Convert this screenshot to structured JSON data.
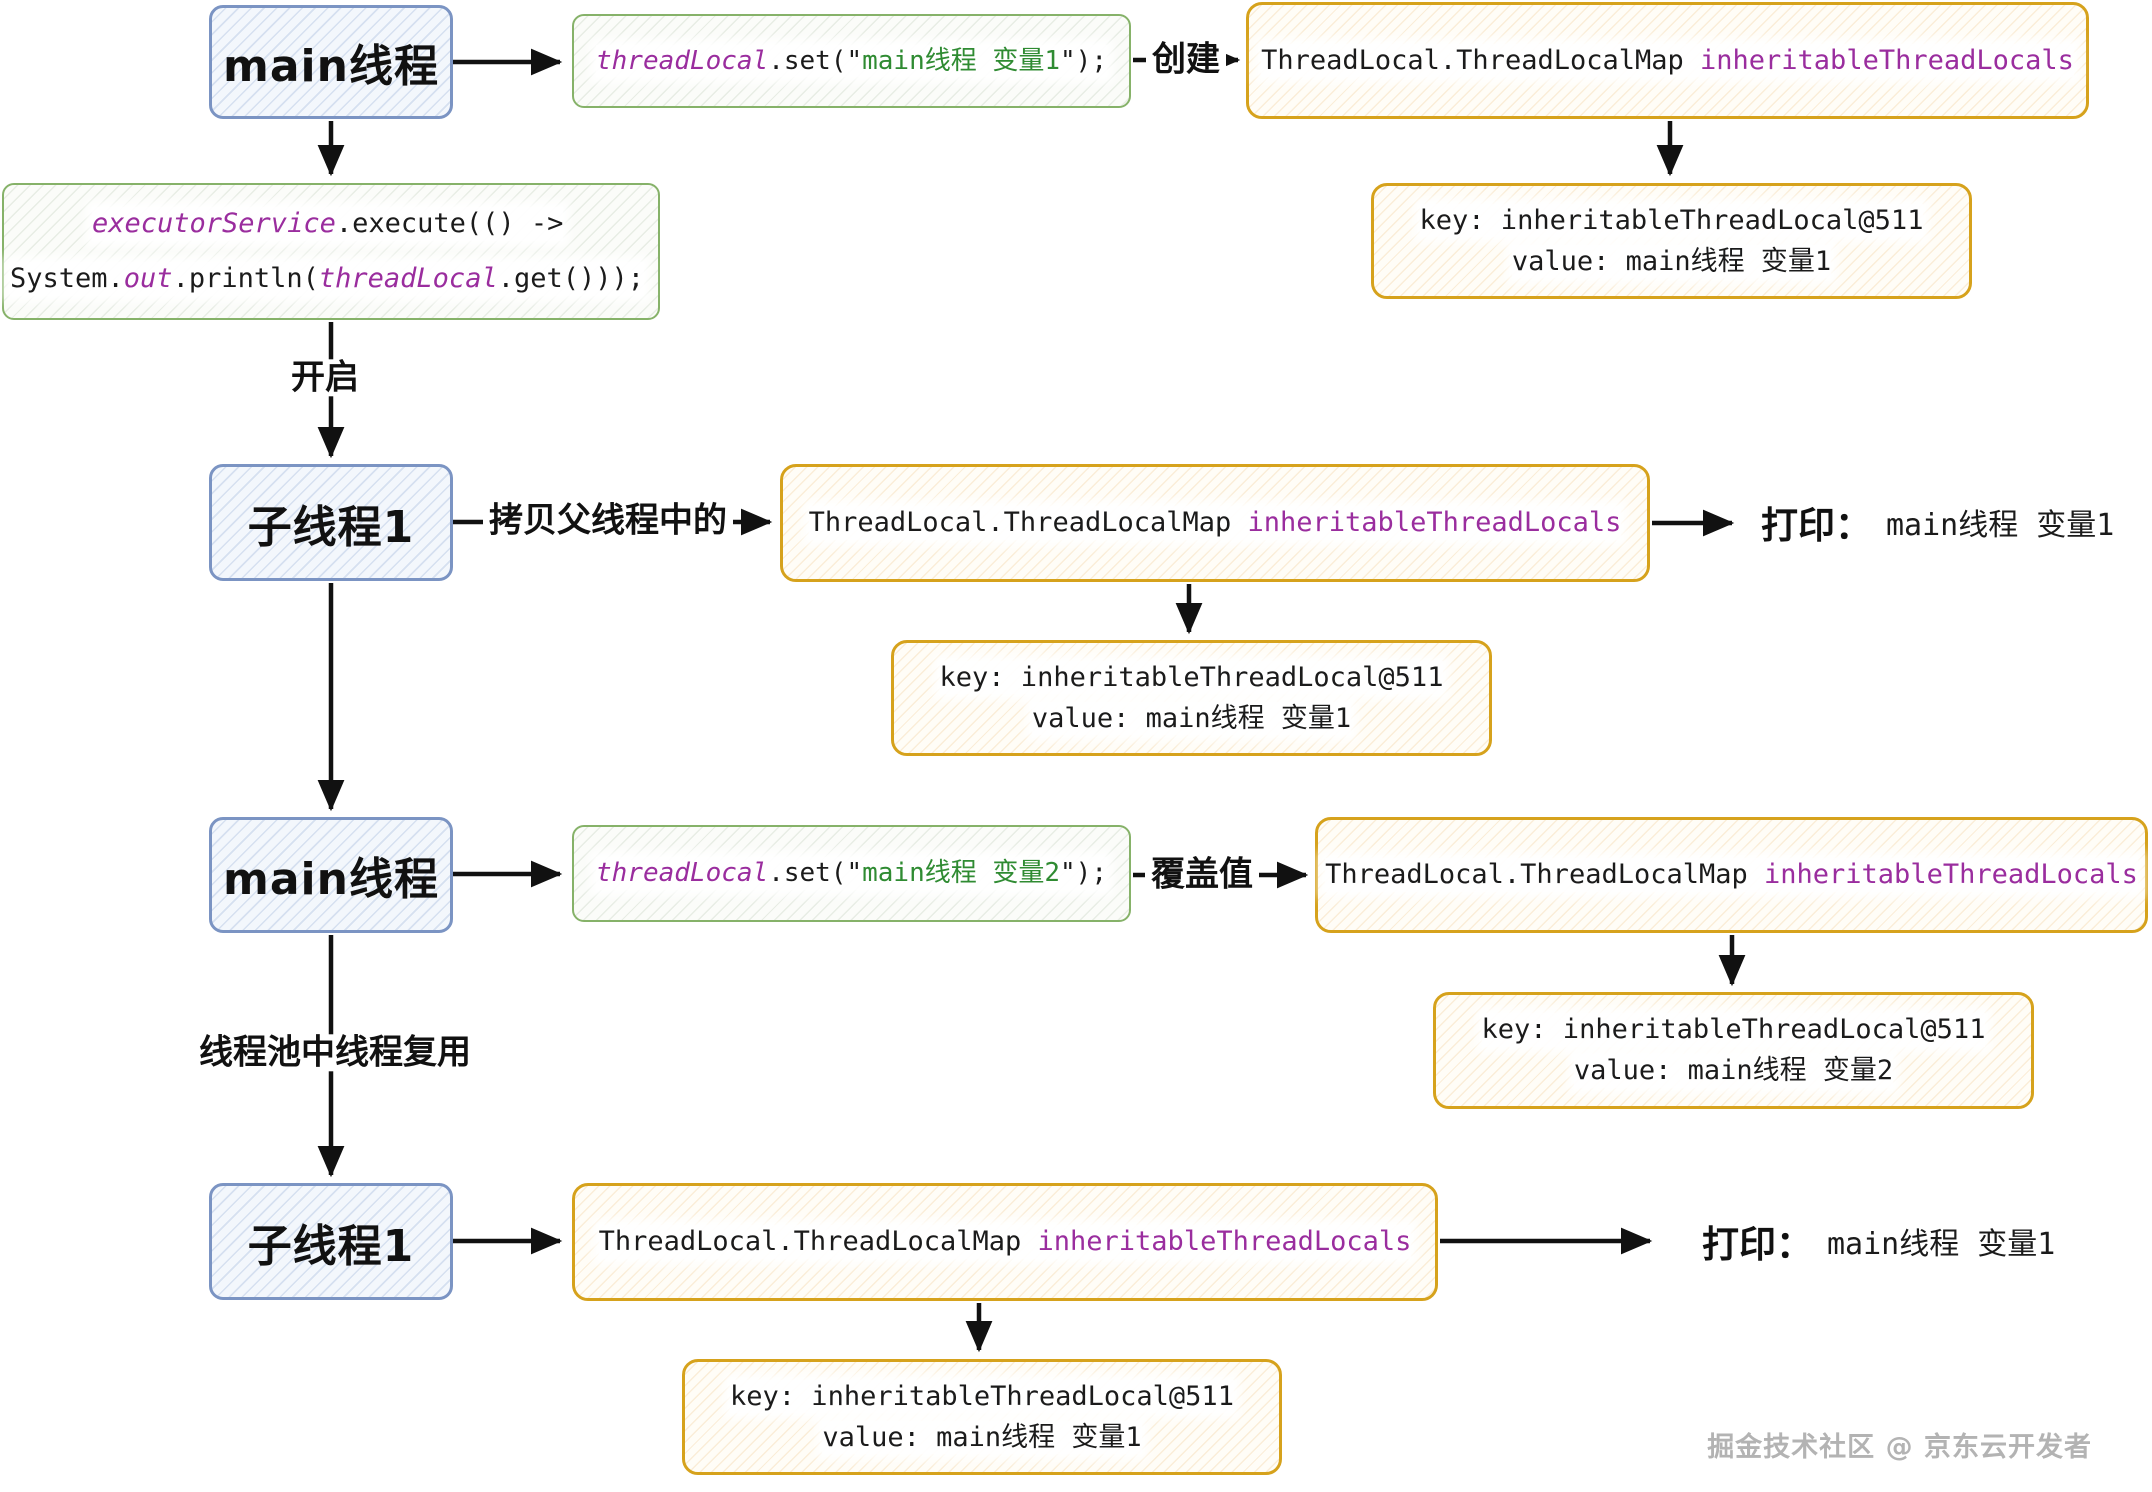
{
  "diagram": {
    "nodes": {
      "main1": "main线程",
      "child1": "子线程1",
      "main2": "main线程",
      "child2": "子线程1"
    },
    "code_set1": {
      "var": "threadLocal",
      "mid": ".set(\"",
      "str": "main线程 变量1",
      "end": "\");"
    },
    "code_set2": {
      "var": "threadLocal",
      "mid": ".set(\"",
      "str": "main线程 变量2",
      "end": "\");"
    },
    "code_exec": {
      "l1_var": "executorService",
      "l1_rest": ".execute(() ->",
      "l2_a": "System.",
      "l2_out": "out",
      "l2_b": ".println(",
      "l2_var": "threadLocal",
      "l2_c": ".get()));"
    },
    "map_box": {
      "black": "ThreadLocal.ThreadLocalMap",
      "purple": "inheritableThreadLocals"
    },
    "kv1": {
      "key": "key: inheritableThreadLocal@511",
      "value": "value: main线程 变量1"
    },
    "kv2": {
      "key": "key: inheritableThreadLocal@511",
      "value": "value: main线程 变量1"
    },
    "kv3": {
      "key": "key: inheritableThreadLocal@511",
      "value": "value: main线程 变量2"
    },
    "kv4": {
      "key": "key: inheritableThreadLocal@511",
      "value": "value: main线程 变量1"
    },
    "labels": {
      "create": "创建",
      "start": "开启",
      "copy_parent": "拷贝父线程中的",
      "override": "覆盖值",
      "reuse": "线程池中线程复用",
      "print": "打印：",
      "print_value_row2": "main线程 变量1",
      "print_value_row4": "main线程 变量1"
    },
    "watermark": "掘金技术社区 @ 京东云开发者",
    "colors": {
      "purple_code": "#9a2d9e",
      "green_string": "#2f8b32",
      "blue_border": "#7b94c3",
      "green_border": "#86b269",
      "orange_border": "#d6a21c",
      "arrow": "#111111"
    }
  }
}
